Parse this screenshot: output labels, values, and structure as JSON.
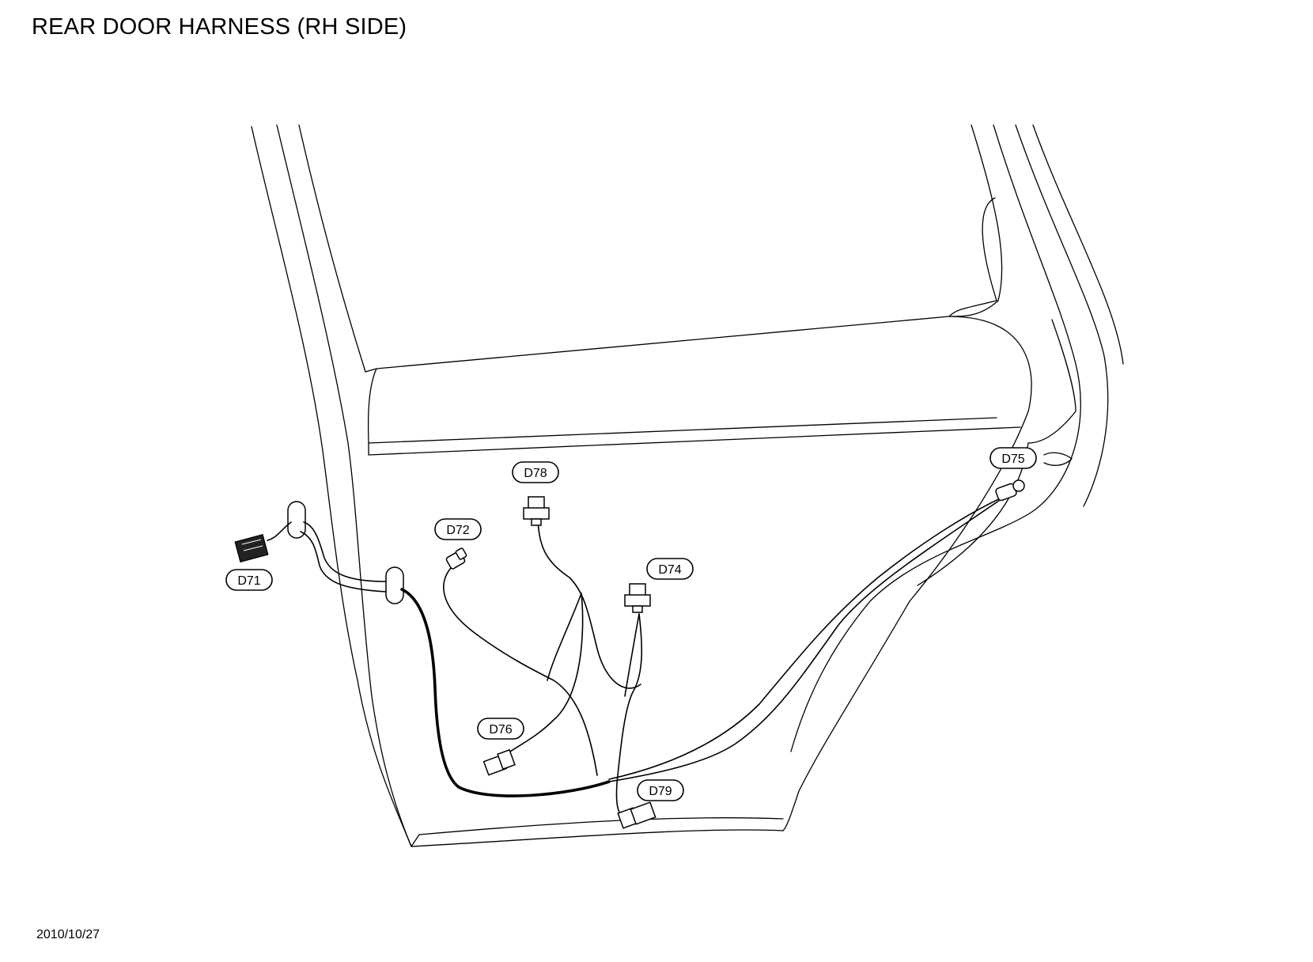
{
  "title": "REAR DOOR HARNESS (RH SIDE)",
  "date": "2010/10/27",
  "connectors": {
    "d71": "D71",
    "d72": "D72",
    "d74": "D74",
    "d75": "D75",
    "d76": "D76",
    "d78": "D78",
    "d79": "D79"
  }
}
